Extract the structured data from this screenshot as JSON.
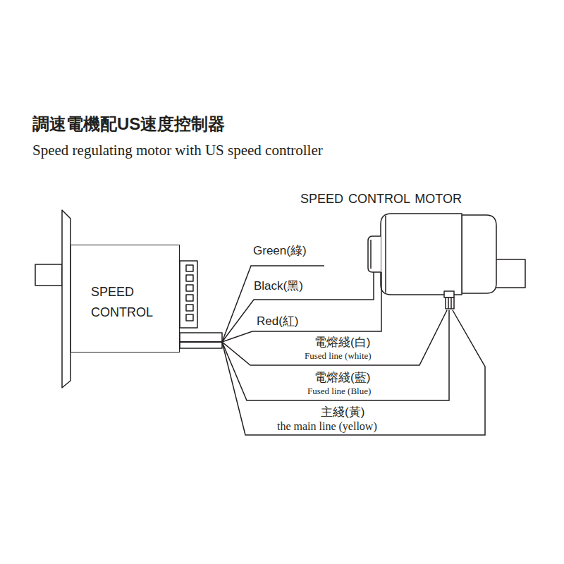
{
  "diagram": {
    "title": "調速電機配US速度控制器",
    "nodes": [
      {
        "text": [
          "SPEED CONTROL"
        ]
      },
      {
        "text": [
          "SPEED CONTROL MOTOR"
        ]
      }
    ],
    "edges": [
      {
        "from": 0,
        "to": 1,
        "arrow": "none",
        "label": "Black(黑)"
      },
      {
        "from": 0,
        "to": 1,
        "arrow": "none",
        "label": "Red(紅)"
      },
      {
        "from": 0,
        "to": 1,
        "arrow": "none",
        "label": "電熔綫(白)"
      },
      {
        "from": 0,
        "to": 1,
        "arrow": "none",
        "label": "電熔綫(藍)"
      },
      {
        "from": 0,
        "to": 1,
        "arrow": "none",
        "label": "主綫(黃)"
      }
    ],
    "labels": [
      "Speed regulating motor with US speed controller",
      "Green(綠)",
      "Fused line (white)",
      "Fused line (Blue)",
      "the main line (yellow)"
    ]
  }
}
